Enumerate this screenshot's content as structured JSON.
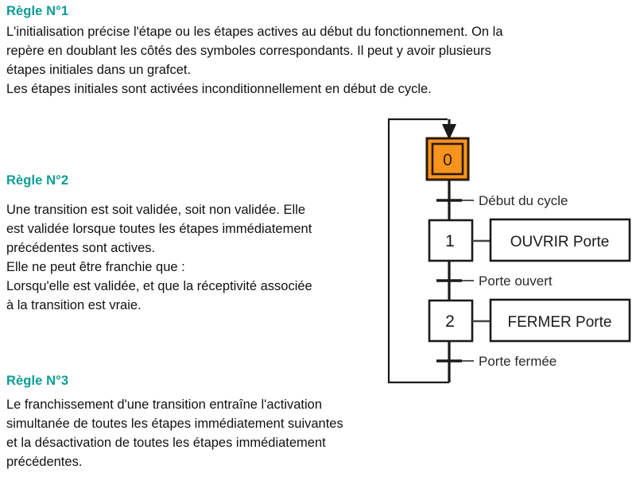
{
  "theme": {
    "background": "#ffffff",
    "heading_color": "#0a9c96",
    "text_color": "#111111",
    "line_color": "#1a1a1a",
    "initial_step_fill": "#f7941e",
    "initial_step_border": "#2b1a00",
    "step_fill": "#ffffff",
    "step_border": "#1a1a1a"
  },
  "rules": [
    {
      "id": "rule1",
      "heading": "Règle N°1",
      "lines": [
        "L'initialisation précise l'étape ou les étapes actives au début du fonctionnement. On la",
        "repère en doublant les côtés des symboles correspondants. Il peut y avoir plusieurs",
        "étapes initiales dans un grafcet.",
        "Les étapes initiales sont activées inconditionnellement en début de cycle."
      ]
    },
    {
      "id": "rule2",
      "heading": "Règle N°2",
      "lines": [
        "Une transition est soit validée, soit non validée. Elle",
        "est validée lorsque toutes les étapes immédiatement",
        "précédentes sont actives.",
        "Elle ne peut être franchie que :",
        "Lorsqu'elle est validée, et que la réceptivité associée",
        "à la transition est vraie."
      ]
    },
    {
      "id": "rule3",
      "heading": "Règle N°3",
      "lines": [
        "Le franchissement d'une transition entraîne l'activation",
        "simultanée de toutes les étapes immédiatement suivantes",
        "et la désactivation de toutes les étapes immédiatement",
        "précédentes."
      ]
    }
  ],
  "grafcet": {
    "title": "grafcet-diagram",
    "steps": [
      {
        "number": "0",
        "initial": true,
        "action": null
      },
      {
        "number": "1",
        "initial": false,
        "action": "OUVRIR Porte"
      },
      {
        "number": "2",
        "initial": false,
        "action": "FERMER Porte"
      }
    ],
    "transitions": [
      {
        "label": "Début du cycle"
      },
      {
        "label": "Porte ouvert"
      },
      {
        "label": "Porte fermée"
      }
    ],
    "loop": {
      "name": "return-loop",
      "arrow": "down-arrow"
    }
  }
}
